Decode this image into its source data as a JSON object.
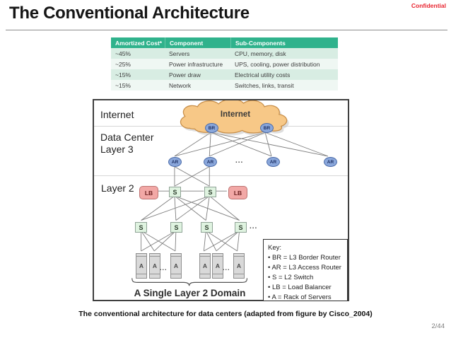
{
  "header": {
    "title": "The Conventional Architecture",
    "confidential": "Confidential"
  },
  "table": {
    "headers": [
      "Amortized Cost*",
      "Component",
      "Sub-Components"
    ],
    "rows": [
      [
        "~45%",
        "Servers",
        "CPU, memory, disk"
      ],
      [
        "~25%",
        "Power infrastructure",
        "UPS, cooling, power distribution"
      ],
      [
        "~15%",
        "Power draw",
        "Electrical utility costs"
      ],
      [
        "~15%",
        "Network",
        "Switches, links, transit"
      ]
    ]
  },
  "diagram": {
    "layer_labels": {
      "internet": "Internet",
      "datacenter_line1": "Data Center",
      "datacenter_line2": "Layer 3",
      "layer2": "Layer 2"
    },
    "cloud_label": "Internet",
    "node_labels": {
      "br": "BR",
      "ar": "AR",
      "s": "S",
      "lb": "LB",
      "a": "A"
    },
    "ellipsis": "...",
    "domain_label": "A Single Layer 2 Domain",
    "key": {
      "title": "Key:",
      "items": [
        "• BR = L3 Border Router",
        "• AR = L3 Access Router",
        "• S = L2 Switch",
        "• LB = Load Balancer",
        "• A = Rack of Servers"
      ]
    }
  },
  "footer": {
    "caption": "The conventional architecture for data centers (adapted from figure by Cisco_2004)",
    "page": "2/44"
  },
  "colors": {
    "table_header_green": "#2fb28c",
    "table_row_mint": "#d8ede3",
    "table_row_pale": "#eff7f3",
    "confidential_red": "#e8232e",
    "cloud_orange": "#f7c887",
    "router_blue": "#8aa7db",
    "switch_green": "#dff3e0",
    "loadbalancer_pink": "#f2a8a6",
    "rack_gray": "#d9d9d9"
  }
}
